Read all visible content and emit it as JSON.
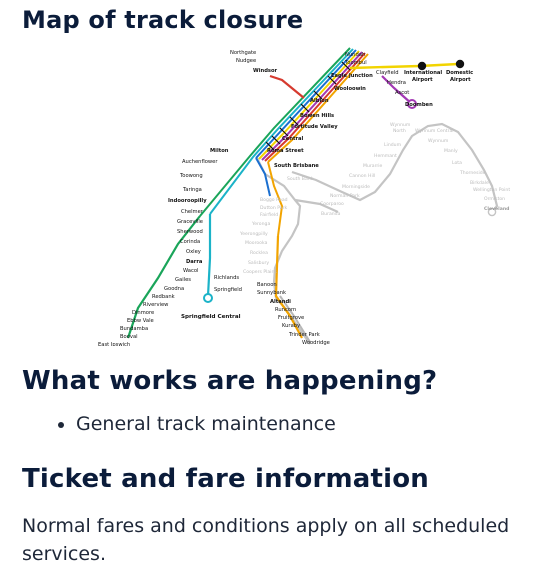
{
  "page": {
    "map_heading": "Map of track closure",
    "works_heading": "What works are happening?",
    "works_items": [
      "General track maintenance"
    ],
    "ticket_heading": "Ticket and fare information",
    "fare_text": "Normal fares and conditions apply on all scheduled services."
  },
  "map": {
    "stations_active": [
      "Nudgee",
      "Toombul",
      "Northgate",
      "Nundah",
      "Eagle Junction",
      "Clayfield",
      "Hendra",
      "Ascot",
      "Doomben",
      "International Airport",
      "Domestic Airport",
      "Wooloowin",
      "Albion",
      "Bowen Hills",
      "Fortitude Valley",
      "Central",
      "Roma Street",
      "South Brisbane",
      "Milton",
      "Auchenflower",
      "Toowong",
      "Taringa",
      "Indooroopilly",
      "Chelmer",
      "Graceville",
      "Sherwood",
      "Corinda",
      "Oxley",
      "Darra",
      "Wacol",
      "Gailes",
      "Goodna",
      "Redbank",
      "Riverview",
      "Dinmore",
      "Ebbw Vale",
      "Bundamba",
      "Booval",
      "East Ipswich",
      "Richlands",
      "Springfield",
      "Springfield Central",
      "Banoon",
      "Sunnybank",
      "Altandi",
      "Runcorn",
      "Fruitgrove",
      "Kuraby",
      "Trinder Park",
      "Woodridge"
    ],
    "stations_inactive": [
      "Wynnum North",
      "Wynnum Central",
      "Wynnum",
      "Lindum",
      "Hemmant",
      "Murarrie",
      "Cannon Hill",
      "Morningside",
      "Norman Park",
      "Coorparoo",
      "Buranda",
      "Manly",
      "Lota",
      "Thorneside",
      "Birkdale",
      "Wellington Point",
      "Ormiston",
      "Cleveland",
      "South Bank",
      "Boggo Road",
      "Dutton Park",
      "Fairfield",
      "Yeronga",
      "Yeerongpilly",
      "Moorooka",
      "Rocklea",
      "Salisbury",
      "Coopers Plains"
    ],
    "colors": {
      "green": "#1aa55a",
      "teal": "#1bb3c8",
      "blue": "#1b6fd0",
      "yellow": "#f2d400",
      "purple": "#a238b3",
      "red": "#d63a2f",
      "orange": "#f2a400",
      "grey": "#b8b8b8",
      "dark": "#111111"
    }
  }
}
